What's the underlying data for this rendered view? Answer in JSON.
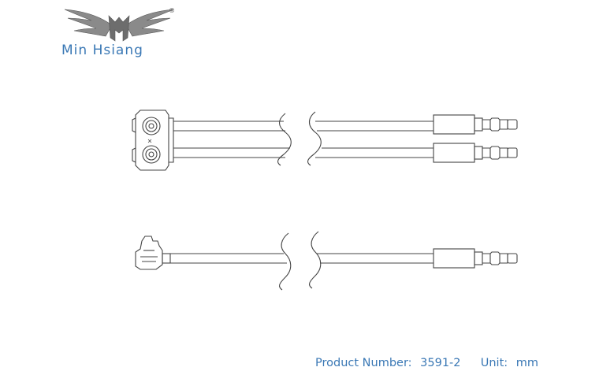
{
  "brand": {
    "name": "Min Hsiang",
    "registered_mark": "®",
    "color": "#3a78b5"
  },
  "footer": {
    "product_label": "Product Number:",
    "product_number": "3591-2",
    "unit_label": "Unit:",
    "unit_value": "mm"
  },
  "drawing": {
    "items": [
      {
        "name": "dual-connector-cable-assembly",
        "wires": 2
      },
      {
        "name": "single-right-angle-connector-cable-assembly",
        "wires": 1
      }
    ]
  }
}
